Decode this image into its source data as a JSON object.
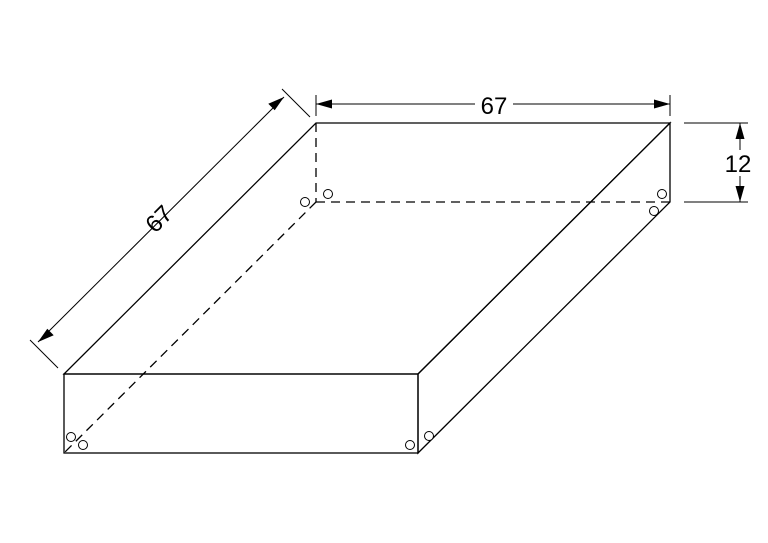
{
  "dimensions": {
    "width_label": "67",
    "depth_label": "67",
    "height_label": "12"
  },
  "colors": {
    "line": "#000000",
    "background": "#ffffff"
  }
}
